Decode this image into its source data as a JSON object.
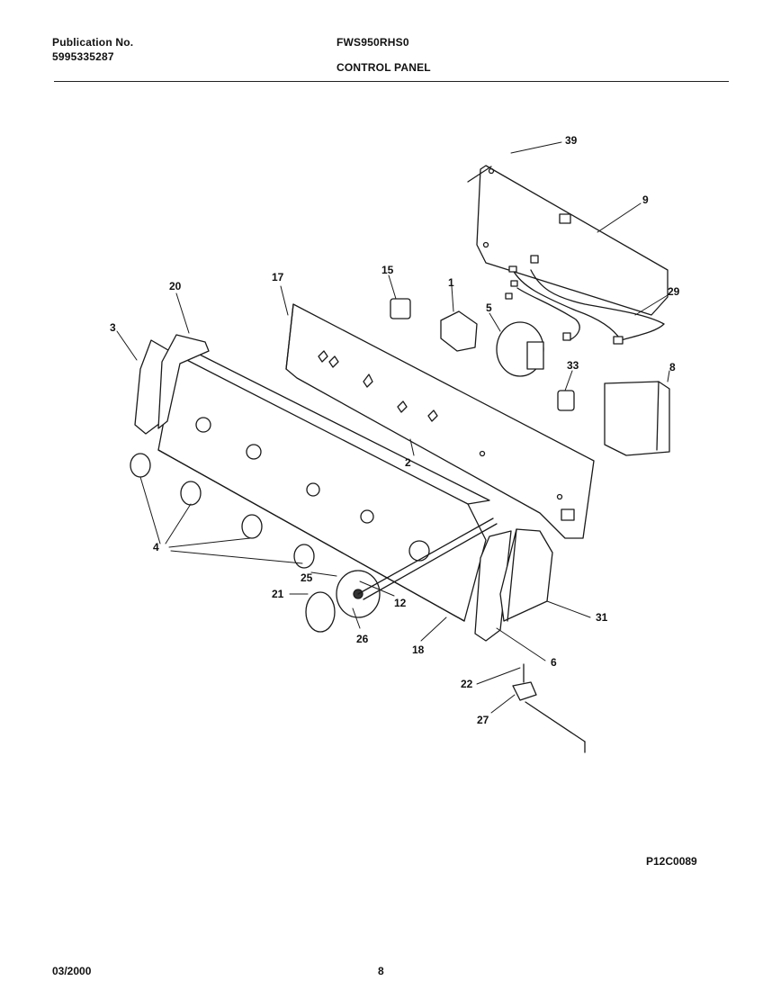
{
  "header": {
    "publication_label": "Publication No.",
    "publication_number": "5995335287",
    "model": "FWS950RHS0",
    "section_title": "CONTROL PANEL"
  },
  "diagram": {
    "callouts": {
      "c39": "39",
      "c9": "9",
      "c29": "29",
      "c8": "8",
      "c15": "15",
      "c1": "1",
      "c5": "5",
      "c33": "33",
      "c17": "17",
      "c20": "20",
      "c3": "3",
      "c2": "2",
      "c4": "4",
      "c25": "25",
      "c21": "21",
      "c12": "12",
      "c26": "26",
      "c18": "18",
      "c31": "31",
      "c6": "6",
      "c22": "22",
      "c27": "27"
    },
    "figure_code": "P12C0089"
  },
  "footer": {
    "date": "03/2000",
    "page": "8"
  }
}
